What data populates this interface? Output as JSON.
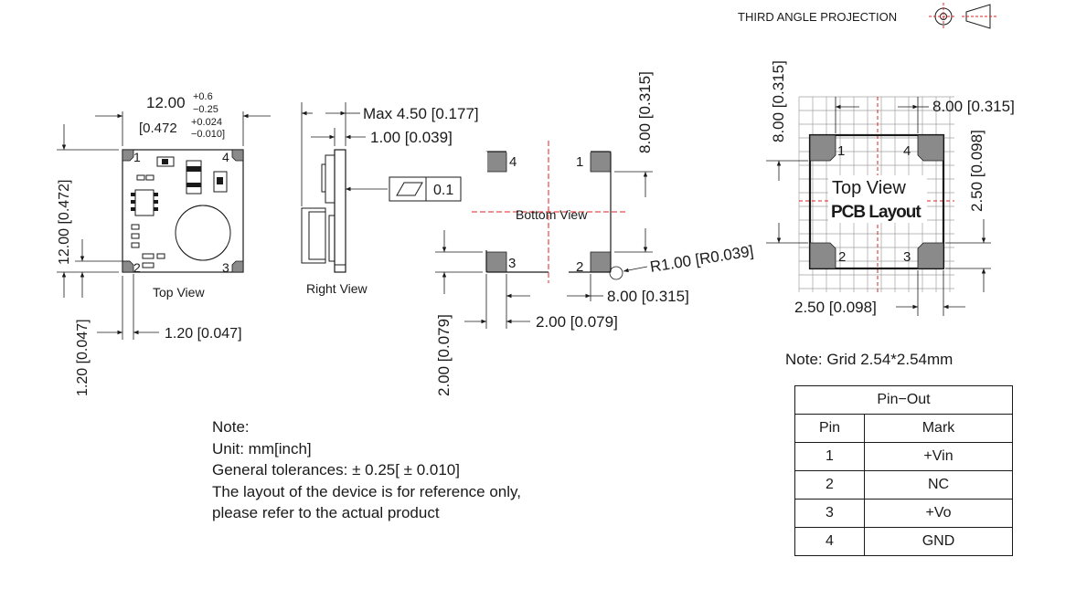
{
  "projection": {
    "label": "THIRD ANGLE PROJECTION"
  },
  "top_view": {
    "width_mm": "12.00",
    "width_tol_plus": "+0.6",
    "width_tol_minus": "−0.25",
    "width_in": "[0.472",
    "width_in_tol_plus": "+0.024",
    "width_in_tol_minus": "−0.010]",
    "height_dim": "12.00 [0.472]",
    "pad_dim_h": "1.20 [0.047]",
    "pad_dim_v": "1.20 [0.047]",
    "pins": [
      "1",
      "4",
      "2",
      "3"
    ],
    "caption": "Top View"
  },
  "right_view": {
    "max_height": "Max 4.50 [0.177]",
    "pcb_thickness": "1.00 [0.039]",
    "flatness": "0.1",
    "caption": "Right View"
  },
  "bottom_view": {
    "caption": "Bottom View",
    "pins": [
      "4",
      "1",
      "3",
      "2"
    ],
    "height_dim": "8.00 [0.315]",
    "width_dim": "8.00 [0.315]",
    "radius": "R1.00 [R0.039]",
    "pad_w": "2.00 [0.079]",
    "pad_h": "2.00 [0.079]"
  },
  "pcb_layout": {
    "title": "Top View",
    "subtitle": "PCB Layout",
    "pins": [
      "1",
      "4",
      "2",
      "3"
    ],
    "dim_top": "8.00 [0.315]",
    "dim_left": "8.00 [0.315]",
    "dim_right": "2.50 [0.098]",
    "dim_bottom": "2.50 [0.098]",
    "grid_note": "Note: Grid 2.54*2.54mm"
  },
  "notes": {
    "lines": [
      "Note:",
      "Unit: mm[inch]",
      "General tolerances:  ± 0.25[ ± 0.010]",
      "The layout of the device is for reference only,",
      "please refer to the actual product"
    ]
  },
  "pinout_table": {
    "title": "Pin−Out",
    "headers": [
      "Pin",
      "Mark"
    ],
    "rows": [
      [
        "1",
        "+Vin"
      ],
      [
        "2",
        "NC"
      ],
      [
        "3",
        "+Vo"
      ],
      [
        "4",
        "GND"
      ]
    ]
  }
}
